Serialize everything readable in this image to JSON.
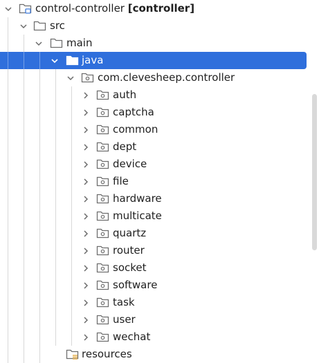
{
  "tree": {
    "root": {
      "name": "control-controller",
      "module": "[controller]",
      "icon": "module-folder-icon"
    },
    "src": {
      "label": "src",
      "icon": "folder-icon"
    },
    "main": {
      "label": "main",
      "icon": "folder-icon"
    },
    "java": {
      "label": "java",
      "icon": "source-root-folder-icon"
    },
    "package": {
      "label": "com.clevesheep.controller",
      "icon": "package-icon"
    },
    "packages": [
      "auth",
      "captcha",
      "common",
      "dept",
      "device",
      "file",
      "hardware",
      "multicate",
      "quartz",
      "router",
      "socket",
      "software",
      "task",
      "user",
      "wechat"
    ],
    "resources": {
      "label": "resources",
      "icon": "resources-folder-icon"
    }
  },
  "colors": {
    "selection": "#2f6fdc",
    "folder_outline": "#6e6e6e",
    "resources_accent": "#e3a73a",
    "module_accent": "#3f7bd9"
  }
}
